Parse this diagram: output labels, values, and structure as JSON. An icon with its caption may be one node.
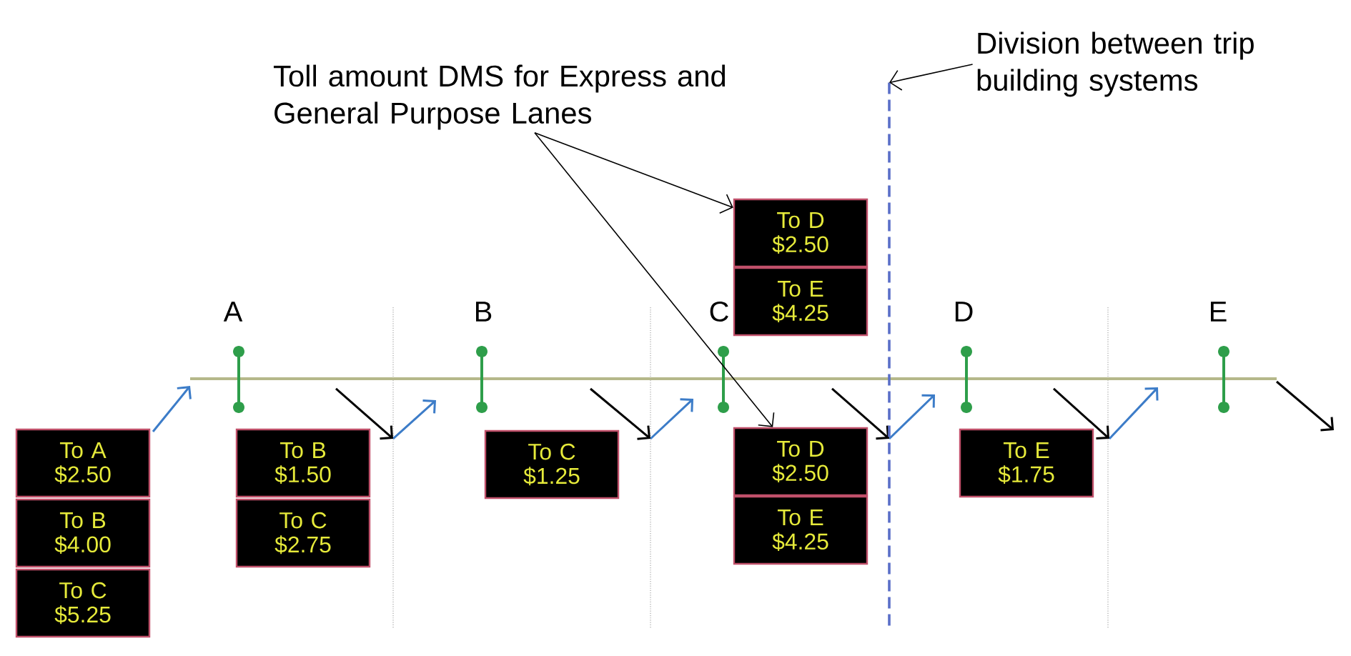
{
  "diagram": {
    "nodes": [
      {
        "text": [
          "Toll amount DMS for Express and General Purpose Lanes"
        ]
      },
      {
        "text": [
          "Division between trip building systems"
        ]
      },
      {
        "text": [],
        "shape": "line"
      },
      {
        "text": [
          "To A $2.50"
        ]
      },
      {
        "text": [
          "To B $4.00"
        ]
      },
      {
        "text": [
          "To C $5.25"
        ]
      },
      {
        "text": [
          "To B $1.50"
        ]
      },
      {
        "text": [
          "To C $2.75"
        ]
      },
      {
        "text": [
          "To C $1.25"
        ]
      },
      {
        "text": [
          "To D $2.50"
        ]
      },
      {
        "text": [
          "To E $4.25"
        ]
      },
      {
        "text": [
          "To D $2.50"
        ]
      },
      {
        "text": [
          "To E $4.25"
        ]
      },
      {
        "text": [
          "To E $1.75"
        ]
      }
    ],
    "edges": [
      {
        "from": 0,
        "to": 9,
        "arrow": "to"
      },
      {
        "from": 0,
        "to": 11,
        "arrow": "to"
      },
      {
        "from": 1,
        "to": 2,
        "arrow": "to"
      }
    ],
    "labels": [
      "A",
      "B",
      "C",
      "D",
      "E"
    ]
  }
}
